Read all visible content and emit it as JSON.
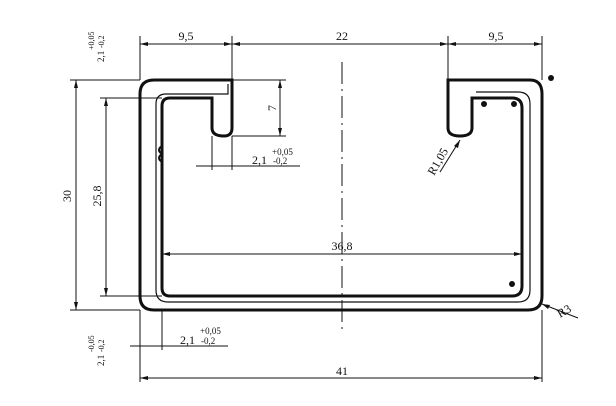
{
  "drawing": {
    "dimensions": {
      "top_left_width": "9,5",
      "top_gap_width": "22",
      "top_right_width": "9,5",
      "overall_width": "41",
      "inner_width": "36,8",
      "outer_height": "30",
      "inner_height": "25,8",
      "lip_depth": "7",
      "corner_radius_inner": "R1,05",
      "corner_radius_outer": "R3"
    },
    "tolerances": {
      "thickness_nominal": "2,1",
      "plus": "+0,05",
      "minus": "-0,2",
      "left_top_minus": "-0,2",
      "left_top_plus": "+0,05",
      "left_bottom_minus": "-0,2",
      "left_bottom_plus": "-0,05"
    }
  }
}
